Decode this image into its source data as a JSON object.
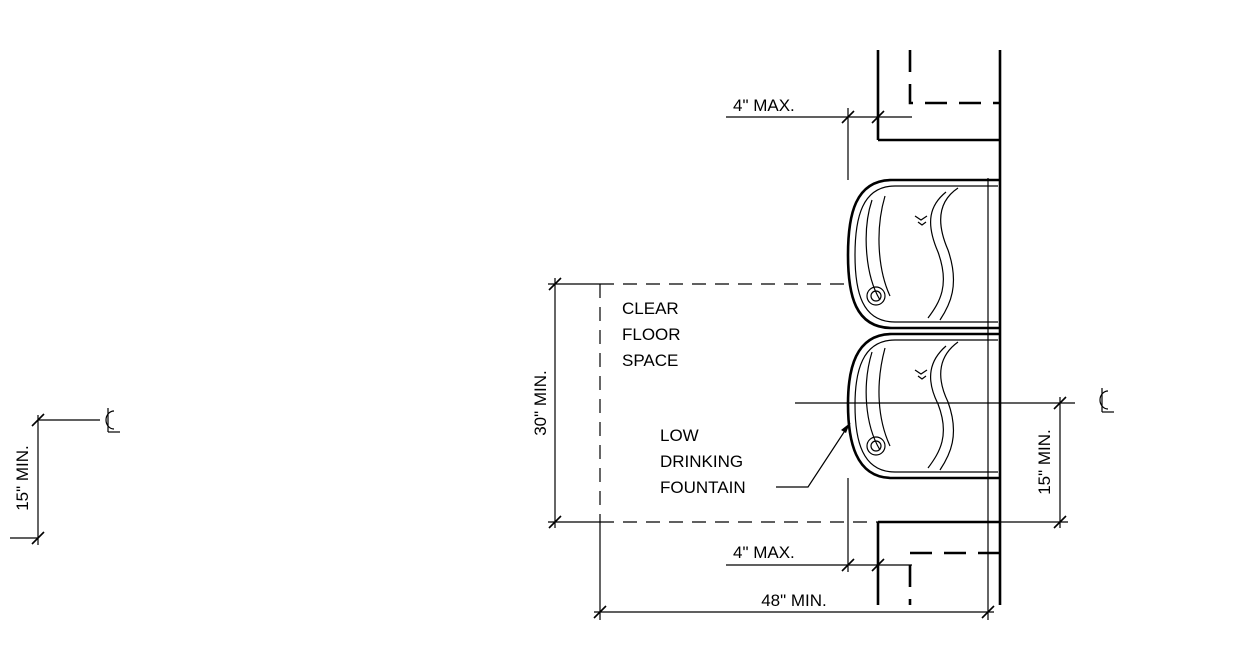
{
  "diagram": {
    "labels": {
      "left_dim": "15\" MIN.",
      "top_dim": "4\" MAX.",
      "vertical_clear": "30\" MIN.",
      "clear_floor": [
        "CLEAR",
        "FLOOR",
        "SPACE"
      ],
      "fountain": [
        "LOW",
        "DRINKING",
        "FOUNTAIN"
      ],
      "right_dim": "15\" MIN.",
      "bottom_dim": "4\" MAX.",
      "width_dim": "48\" MIN."
    },
    "centerline_symbol": "centerline-icon"
  }
}
